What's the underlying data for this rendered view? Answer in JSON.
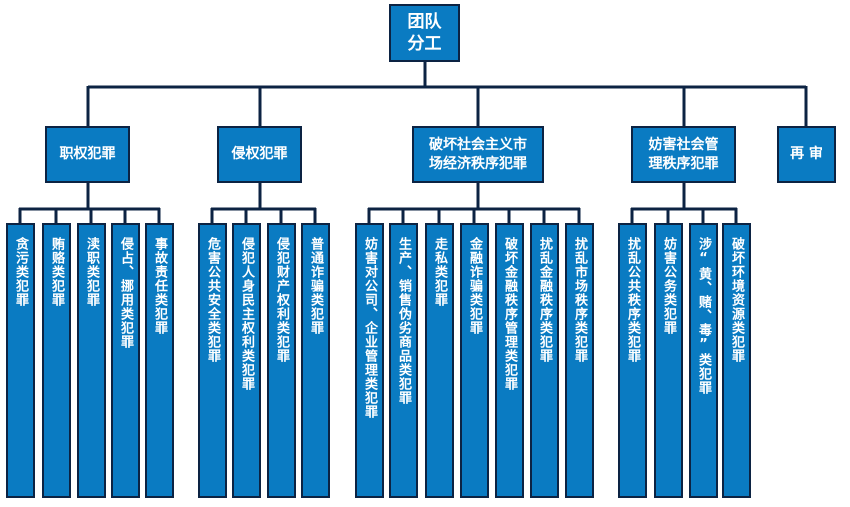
{
  "root": {
    "label": "团队\n分工"
  },
  "categories": [
    {
      "label": "职权犯罪",
      "children": [
        "贪污类犯罪",
        "贿赂类犯罪",
        "渎职类犯罪",
        "侵占、挪用类犯罪",
        "事故责任类犯罪"
      ]
    },
    {
      "label": "侵权犯罪",
      "children": [
        "危害公共安全类犯罪",
        "侵犯人身民主权利类犯罪",
        "侵犯财产权利类犯罪",
        "普通诈骗类犯罪"
      ]
    },
    {
      "label": "破坏社会主义市\n场经济秩序犯罪",
      "children": [
        "妨害对公司、企业管理类犯罪",
        "生产、销售伪劣商品类犯罪",
        "走私类犯罪",
        "金融诈骗类犯罪",
        "破坏金融秩序管理类犯罪",
        "扰乱金融秩序类犯罪",
        "扰乱市场秩序类犯罪"
      ]
    },
    {
      "label": "妨害社会管\n理秩序犯罪",
      "children": [
        "扰乱公共秩序类犯罪",
        "妨害公务类犯罪",
        "涉“黄、赌、毒”类犯罪",
        "破坏环境资源类犯罪"
      ]
    },
    {
      "label": "再 审",
      "children": []
    }
  ],
  "colors": {
    "box_fill": "#0a7bc2",
    "border": "#0c2343",
    "text": "#ffffff"
  }
}
